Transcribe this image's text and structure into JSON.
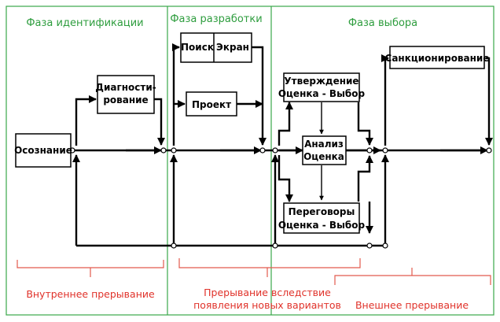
{
  "phases": {
    "identification": "Фаза идентификации",
    "development": "Фаза разработки",
    "selection": "Фаза  выбора"
  },
  "boxes": {
    "awareness": "Осознание",
    "diagnosis_line1": "Диагности-",
    "diagnosis_line2": "рование",
    "search": "Поиск",
    "screen": "Экран",
    "design": "Проект",
    "approval_line1": "Утверждение",
    "approval_line2": "Оценка - Выбор",
    "analysis_line1": "Анализ",
    "analysis_line2": "Оценка",
    "negotiation_line1": "Переговоры",
    "negotiation_line2": "Оценка - Выбор",
    "sanction": "Санкционирование"
  },
  "interruptions": {
    "internal": "Внутреннее прерывание",
    "new_options_line1": "Прерывание вследствие",
    "new_options_line2": "появления новых вариантов",
    "external": "Внешнее прерывание"
  },
  "colors": {
    "phase_green": "#2e9d3e",
    "interruption_red": "#e0322a",
    "line_black": "#000000"
  }
}
